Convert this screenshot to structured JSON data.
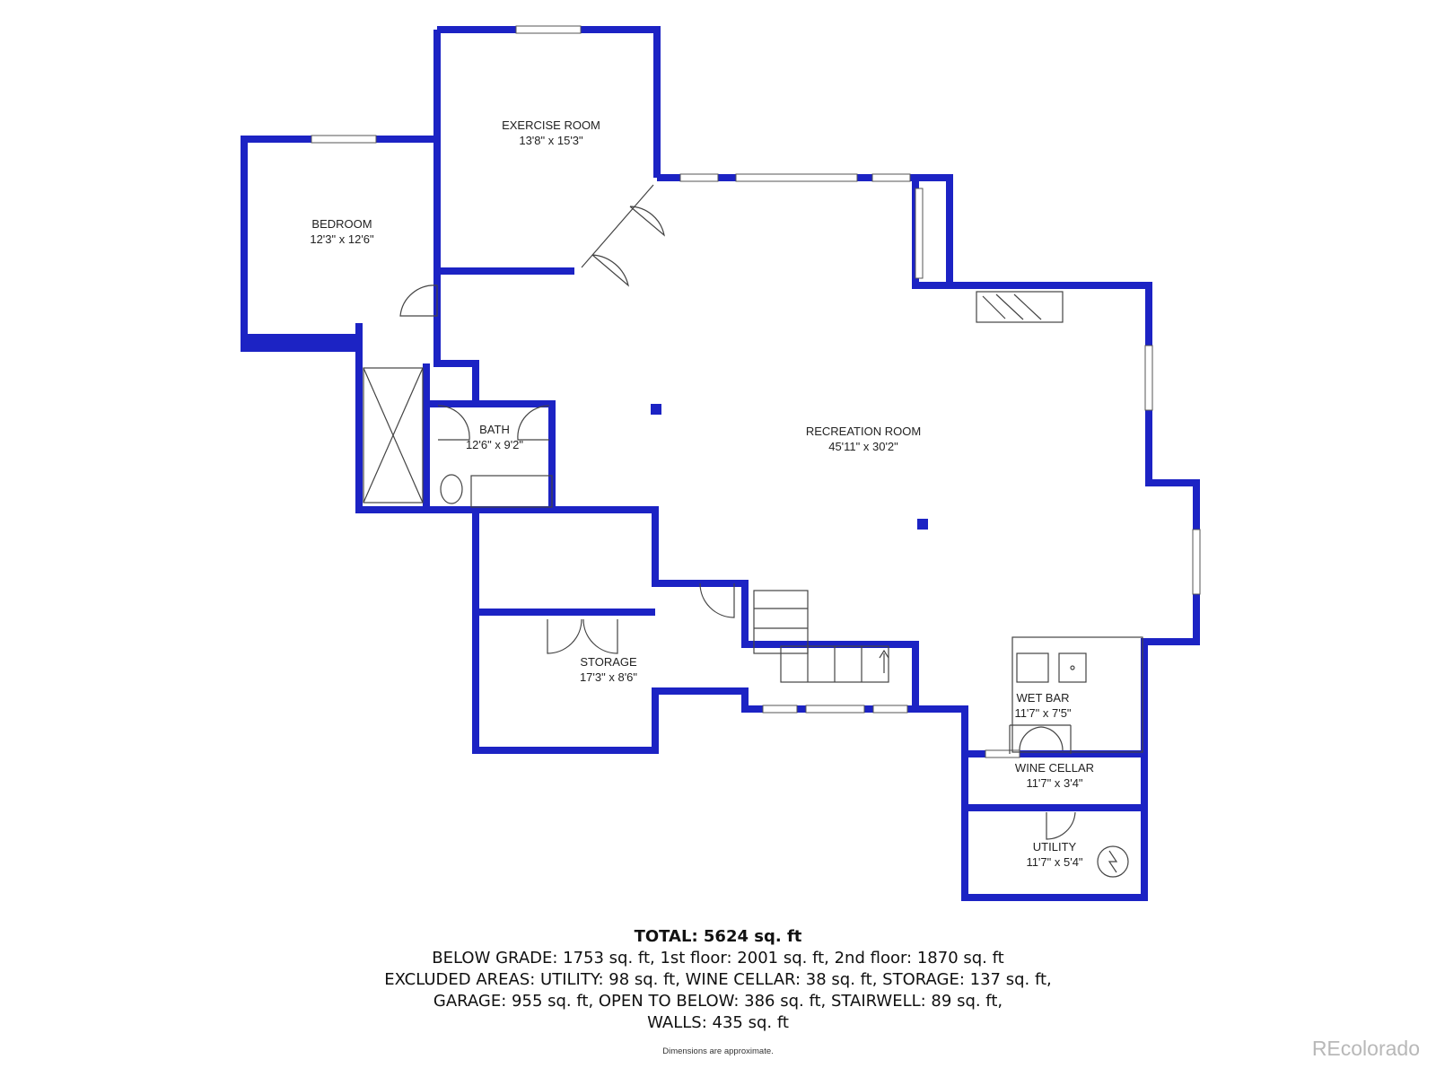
{
  "colors": {
    "wall": "#1c23c4",
    "window": "#ffffff",
    "fixture": "#444444"
  },
  "rooms": [
    {
      "id": "exercise",
      "name": "EXERCISE ROOM",
      "dims": "13'8\" x 15'3\""
    },
    {
      "id": "bedroom",
      "name": "BEDROOM",
      "dims": "12'3\" x 12'6\""
    },
    {
      "id": "bath",
      "name": "BATH",
      "dims": "12'6\" x 9'2\""
    },
    {
      "id": "recreation",
      "name": "RECREATION ROOM",
      "dims": "45'11\" x 30'2\""
    },
    {
      "id": "storage",
      "name": "STORAGE",
      "dims": "17'3\" x 8'6\""
    },
    {
      "id": "wetbar",
      "name": "WET BAR",
      "dims": "11'7\" x 7'5\""
    },
    {
      "id": "winecellar",
      "name": "WINE CELLAR",
      "dims": "11'7\" x 3'4\""
    },
    {
      "id": "utility",
      "name": "UTILITY",
      "dims": "11'7\" x 5'4\""
    }
  ],
  "summary": {
    "total": "TOTAL: 5624 sq. ft",
    "line1": "BELOW GRADE: 1753 sq. ft, 1st floor: 2001 sq. ft, 2nd floor: 1870 sq. ft",
    "line2": "EXCLUDED AREAS: UTILITY: 98 sq. ft, WINE CELLAR: 38 sq. ft, STORAGE: 137 sq. ft,",
    "line3": "GARAGE: 955 sq. ft, OPEN TO BELOW: 386 sq. ft, STAIRWELL: 89 sq. ft,",
    "line4": "WALLS: 435 sq. ft"
  },
  "disclaimer": "Dimensions are approximate.",
  "brand": "REcolorado"
}
